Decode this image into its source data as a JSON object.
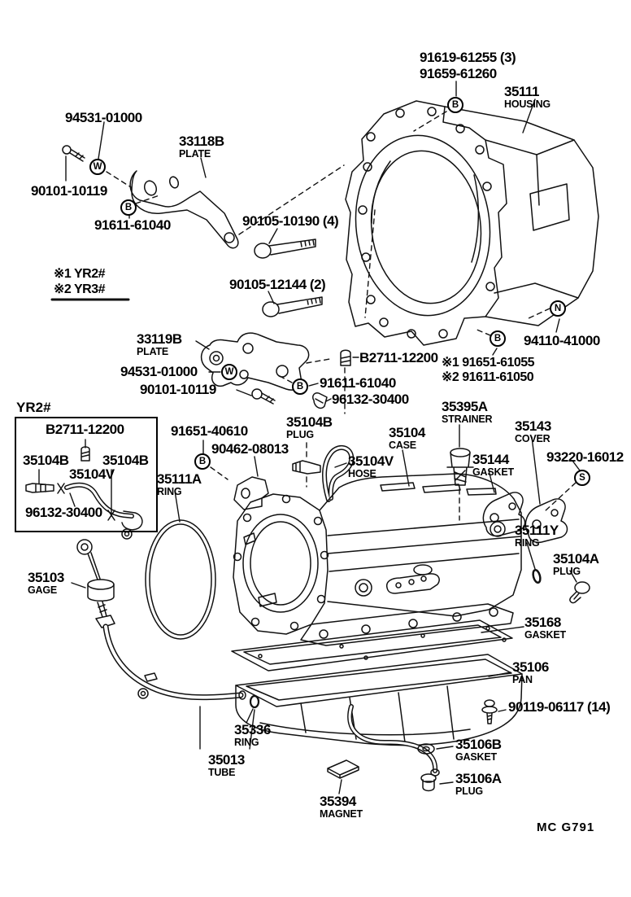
{
  "page": {
    "type": "exploded parts diagram - transmission housing and oil pan"
  },
  "footer": {
    "code": "MC G791"
  },
  "markers": {
    "B": "B",
    "W": "W",
    "N": "N",
    "S": "S"
  },
  "notes": {
    "n1": "※1 YR2#",
    "n2": "※2 YR3#",
    "n3": "※1 91651-61055",
    "n4": "※2 91611-61050",
    "yr2_box_title": "YR2#"
  },
  "labels": {
    "p91619": {
      "num": "91619-61255 (3)"
    },
    "p91659": {
      "num": "91659-61260"
    },
    "p35111": {
      "num": "35111",
      "sub": "HOUSING"
    },
    "p94531_top": {
      "num": "94531-01000"
    },
    "p33118B": {
      "num": "33118B",
      "sub": "PLATE"
    },
    "p90101_top": {
      "num": "90101-10119"
    },
    "p91611_top": {
      "num": "91611-61040"
    },
    "p90105_10190": {
      "num": "90105-10190 (4)"
    },
    "p90105_12144": {
      "num": "90105-12144 (2)"
    },
    "p33119B": {
      "num": "33119B",
      "sub": "PLATE"
    },
    "p94531_mid": {
      "num": "94531-01000"
    },
    "p90101_mid": {
      "num": "90101-10119"
    },
    "pB2711_mid": {
      "num": "B2711-12200"
    },
    "p91611_mid": {
      "num": "91611-61040"
    },
    "p96132_mid": {
      "num": "96132-30400"
    },
    "p94110": {
      "num": "94110-41000"
    },
    "p35395A": {
      "num": "35395A",
      "sub": "STRAINER"
    },
    "p35143": {
      "num": "35143",
      "sub": "COVER"
    },
    "p93220": {
      "num": "93220-16012"
    },
    "p35144": {
      "num": "35144",
      "sub": "GASKET"
    },
    "p91651_40610": {
      "num": "91651-40610"
    },
    "p90462": {
      "num": "90462-08013"
    },
    "p35104B_plug": {
      "num": "35104B",
      "sub": "PLUG"
    },
    "p35104": {
      "num": "35104",
      "sub": "CASE"
    },
    "p35104V_hose": {
      "num": "35104V",
      "sub": "HOSE"
    },
    "p35111A": {
      "num": "35111A",
      "sub": "RING"
    },
    "p35111Y": {
      "num": "35111Y",
      "sub": "RING"
    },
    "p35104A": {
      "num": "35104A",
      "sub": "PLUG"
    },
    "p35103": {
      "num": "35103",
      "sub": "GAGE"
    },
    "p35168": {
      "num": "35168",
      "sub": "GASKET"
    },
    "p35106": {
      "num": "35106",
      "sub": "PAN"
    },
    "p90119": {
      "num": "90119-06117 (14)"
    },
    "p35106B": {
      "num": "35106B",
      "sub": "GASKET"
    },
    "p35106A": {
      "num": "35106A",
      "sub": "PLUG"
    },
    "p35336": {
      "num": "35336",
      "sub": "RING"
    },
    "p35013": {
      "num": "35013",
      "sub": "TUBE"
    },
    "p35394": {
      "num": "35394",
      "sub": "MAGNET"
    },
    "box_B2711": {
      "num": "B2711-12200"
    },
    "box_35104B_l": {
      "num": "35104B"
    },
    "box_35104B_r": {
      "num": "35104B"
    },
    "box_35104V": {
      "num": "35104V"
    },
    "box_96132": {
      "num": "96132-30400"
    }
  }
}
